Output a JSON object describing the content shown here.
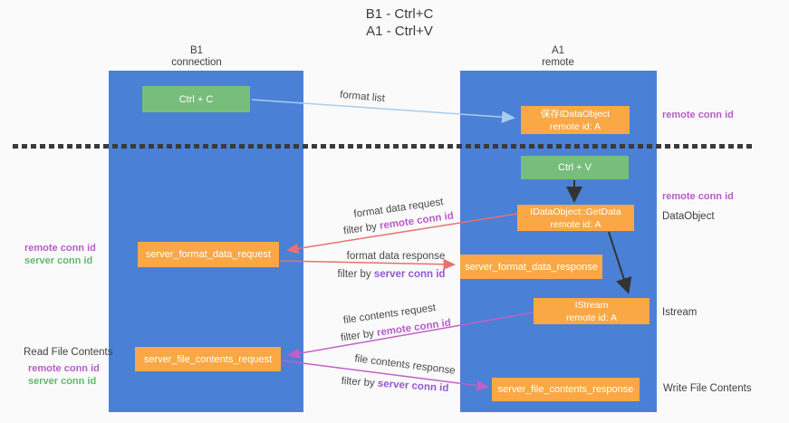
{
  "title": {
    "line1": "B1 - Ctrl+C",
    "line2": "A1 - Ctrl+V"
  },
  "lanes": {
    "left": {
      "name": "B1",
      "role": "connection"
    },
    "right": {
      "name": "A1",
      "role": "remote"
    }
  },
  "nodes": {
    "ctrl_c": "Ctrl + C",
    "ctrl_v": "Ctrl + V",
    "save_idataobject_line1": "保存IDataObject",
    "save_idataobject_line2": "remote id: A",
    "getdata_line1": "IDataObject::GetData",
    "getdata_line2": "remote id: A",
    "istream_line1": "IStream",
    "istream_line2": "remote id: A",
    "server_format_data_request": "server_format_data_request",
    "server_format_data_response": "server_format_data_response",
    "server_file_contents_request": "server_file_contents_request",
    "server_file_contents_response": "server_file_contents_response"
  },
  "arrow_labels": {
    "format_list": "format list",
    "format_data_request": "format data request",
    "format_data_response": "format data response",
    "file_contents_request": "file contents request",
    "file_contents_response": "file contents response",
    "filter_by": "filter by",
    "remote_conn_id": "remote conn id",
    "server_conn_id": "server conn id"
  },
  "side_labels": {
    "remote_conn_id": "remote conn id",
    "server_conn_id": "server conn id",
    "dataobject": "DataObject",
    "istream": "Istream",
    "read_file_contents": "Read File Contents",
    "write_file_contents": "Write File Contents"
  },
  "colors": {
    "lane_blue": "#4a80d6",
    "box_green": "#77bd7b",
    "box_orange": "#f9a845",
    "arrow_light_blue": "#a9cdea",
    "arrow_red": "#e8716f",
    "arrow_magenta": "#c35fc6",
    "text_orchid": "#b75dc8",
    "text_purple": "#9457cf",
    "text_green": "#63b96f",
    "divider": "#3a3a3a"
  }
}
